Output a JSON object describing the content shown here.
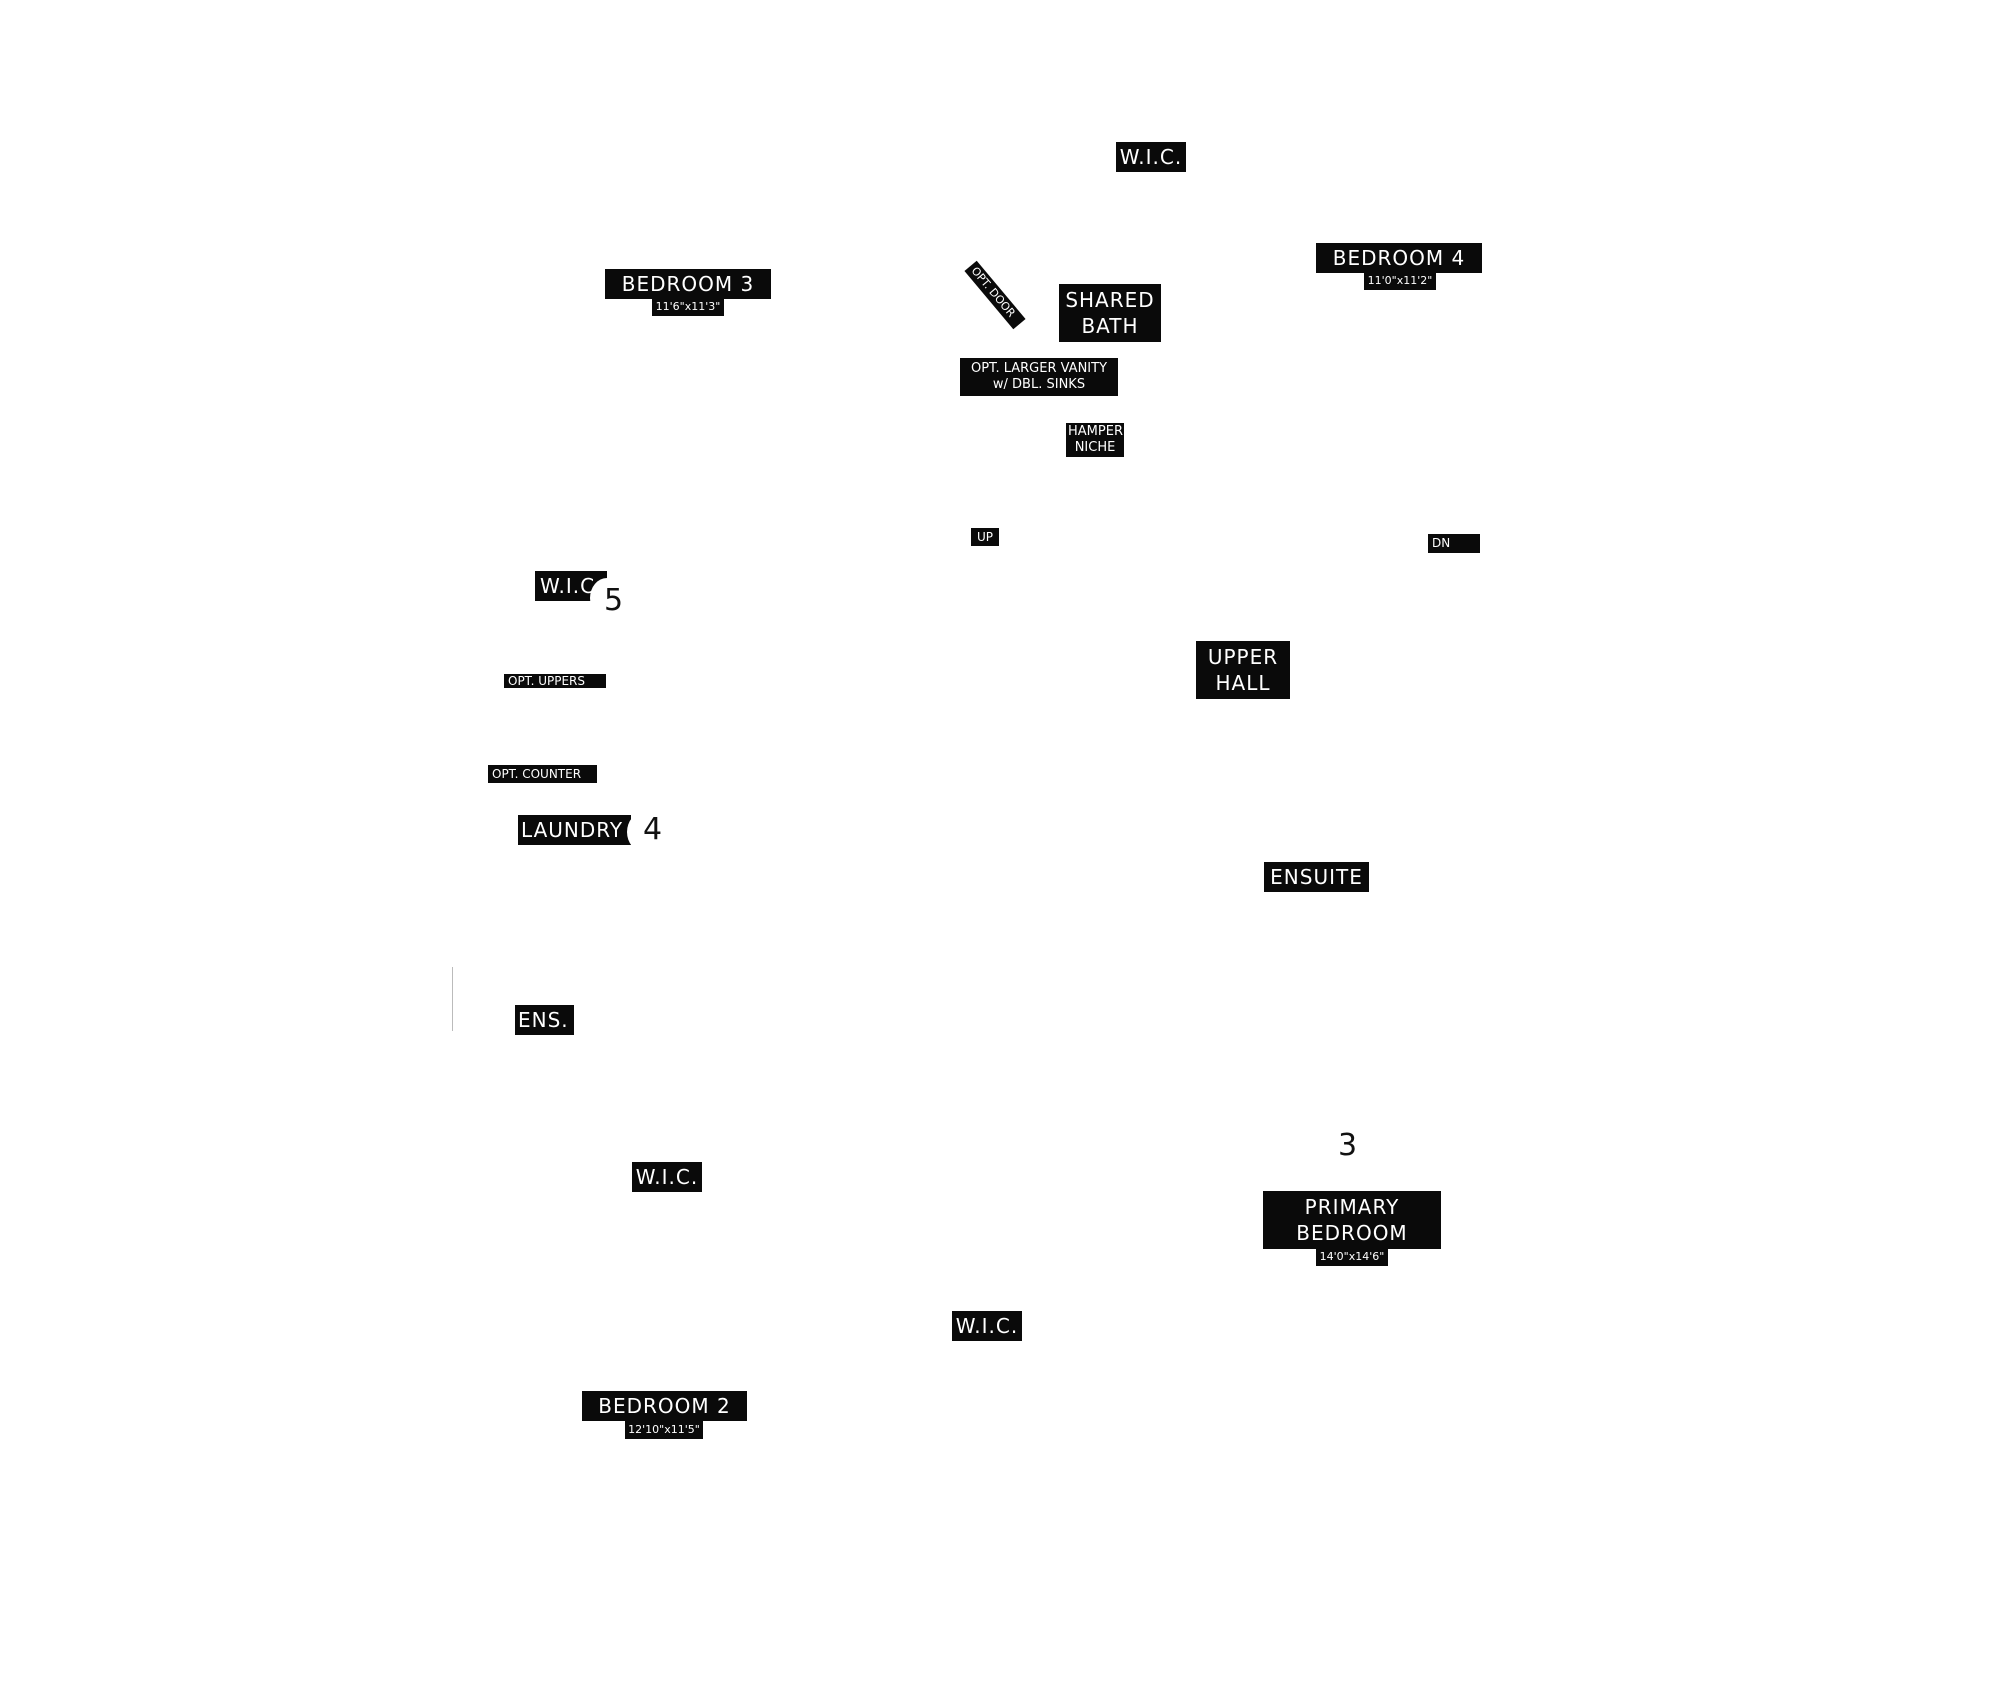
{
  "plan": {
    "rooms": {
      "wic_top": "W.I.C.",
      "bedroom3": {
        "name": "BEDROOM 3",
        "dims": "11'6\"x11'3\""
      },
      "bedroom4": {
        "name": "BEDROOM 4",
        "dims": "11'0\"x11'2\""
      },
      "shared_bath": {
        "line1": "SHARED",
        "line2": "BATH"
      },
      "upper_hall": {
        "line1": "UPPER",
        "line2": "HALL"
      },
      "wic_left": "W.I.C.",
      "laundry": "LAUNDRY",
      "ensuite": "ENSUITE",
      "ens": "ENS.",
      "wic_bottom_left": "W.I.C.",
      "wic_bottom_center": "W.I.C.",
      "primary_bedroom": {
        "line1": "PRIMARY",
        "line2": "BEDROOM",
        "dims": "14'0\"x14'6\""
      },
      "bedroom2": {
        "name": "BEDROOM 2",
        "dims": "12'10\"x11'5\""
      }
    },
    "notes": {
      "opt_door": "OPT. DOOR",
      "opt_vanity_line1": "OPT. LARGER VANITY",
      "opt_vanity_line2": "w/ DBL. SINKS",
      "hamper_line1": "HAMPER",
      "hamper_line2": "NICHE",
      "up": "UP",
      "dn": "DN",
      "opt_uppers": "OPT. UPPERS",
      "opt_counter": "OPT. COUNTER"
    },
    "markers": {
      "five": "5",
      "four": "4",
      "three": "3"
    }
  }
}
